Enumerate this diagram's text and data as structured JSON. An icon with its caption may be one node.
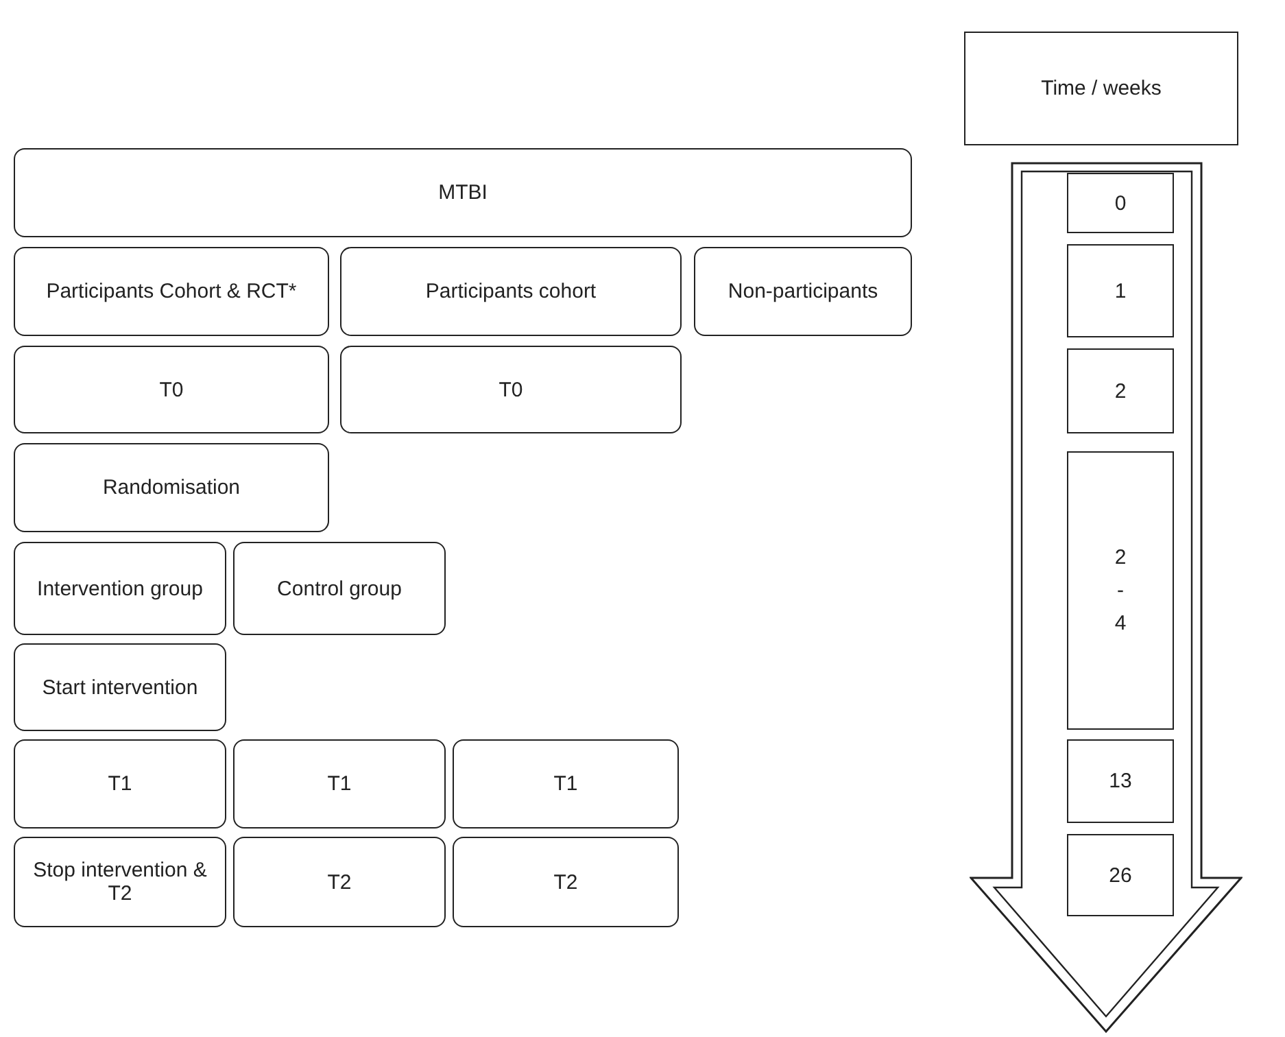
{
  "diagram": {
    "nodes": [
      {
        "text": [
          "Time / weeks"
        ]
      },
      {
        "text": [
          "MTBI"
        ]
      },
      {
        "text": [
          "Participants Cohort & RCT*"
        ]
      },
      {
        "text": [
          "Participants cohort"
        ]
      },
      {
        "text": [
          "Non-participants"
        ]
      },
      {
        "text": [
          "T0"
        ]
      },
      {
        "text": [
          "T0"
        ]
      },
      {
        "text": [
          "Randomisation"
        ]
      },
      {
        "text": [
          "Intervention group"
        ]
      },
      {
        "text": [
          "Control group"
        ]
      },
      {
        "text": [
          "Start intervention"
        ]
      },
      {
        "text": [
          "T1"
        ]
      },
      {
        "text": [
          "T1"
        ]
      },
      {
        "text": [
          "T1"
        ]
      },
      {
        "text": [
          "Stop intervention & T2"
        ]
      },
      {
        "text": [
          "T2"
        ]
      },
      {
        "text": [
          "T2"
        ]
      },
      {
        "text": [],
        "shape": "arrow"
      },
      {
        "text": [
          "0"
        ],
        "in": 17
      },
      {
        "text": [
          "1"
        ],
        "in": 17
      },
      {
        "text": [
          "2"
        ],
        "in": 17
      },
      {
        "text": [
          "2 - 4"
        ],
        "in": 17
      },
      {
        "text": [
          "13"
        ],
        "in": 17
      },
      {
        "text": [
          "26"
        ],
        "in": 17
      }
    ]
  }
}
